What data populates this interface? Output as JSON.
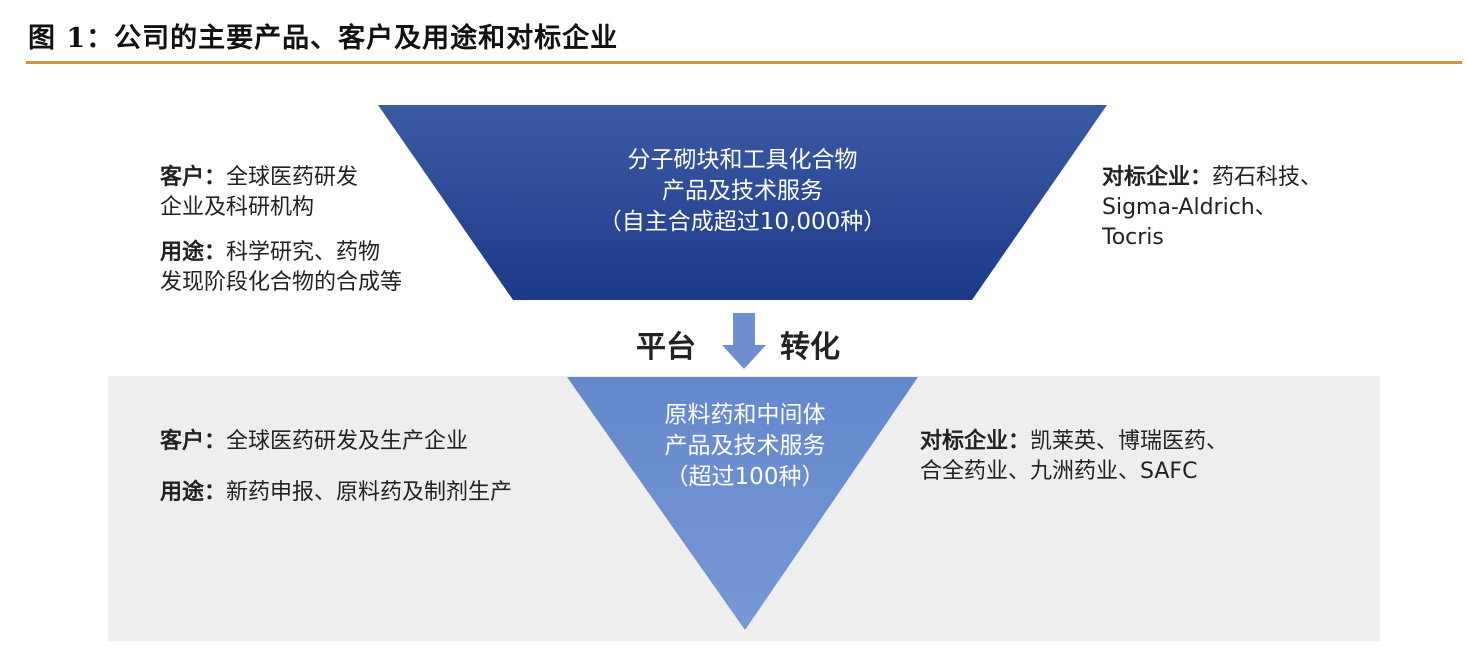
{
  "title": "图 1：公司的主要产品、客户及用途和对标企业",
  "top": {
    "shape_lines": [
      "分子砌块和工具化合物",
      "产品及技术服务",
      "（自主合成超过10,000种）"
    ],
    "customer_label": "客户：",
    "customer_text1": "全球医药研发",
    "customer_text2": "企业及科研机构",
    "use_label": "用途：",
    "use_text1": "科学研究、药物",
    "use_text2": "发现阶段化合物的合成等",
    "bench_label": "对标企业：",
    "bench_lines": [
      "药石科技、",
      "Sigma-Aldrich、",
      "Tocris"
    ]
  },
  "middle": {
    "left": "平台",
    "right": "转化"
  },
  "bottom": {
    "shape_lines": [
      "原料药和中间体",
      "产品及技术服务",
      "（超过100种）"
    ],
    "customer_label": "客户：",
    "customer_text": "全球医药研发及生产企业",
    "use_label": "用途：",
    "use_text": "新药申报、原料药及制剂生产",
    "bench_label": "对标企业：",
    "bench_line1": "凯莱英、博瑞医药、",
    "bench_line2": "合全药业、九洲药业、SAFC"
  },
  "colors": {
    "rule": "#c9974a",
    "top_shape": "#22418f",
    "bottom_shape": "#6f93d2",
    "arrow": "#6d8fd0",
    "panel": "#eeeeee"
  }
}
